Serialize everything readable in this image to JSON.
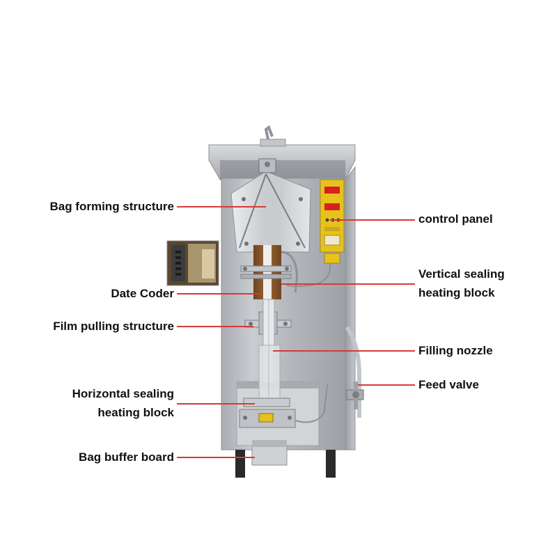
{
  "colors": {
    "leader": "#d43a3a",
    "label_text": "#111111",
    "machine_steel": "#b9bcc0",
    "panel_yellow": "#e7c21c",
    "display_red": "#d82020",
    "wood": "#8a5a2b"
  },
  "callouts": {
    "bag_forming": "Bag forming structure",
    "date_coder": "Date Coder",
    "film_pulling": "Film pulling structure",
    "horizontal_sealing_1": "Horizontal sealing",
    "horizontal_sealing_2": "heating block",
    "bag_buffer": "Bag buffer board",
    "control_panel": "control panel",
    "vertical_sealing_1": "Vertical sealing",
    "vertical_sealing_2": "heating block",
    "filling_nozzle": "Filling nozzle",
    "feed_valve": "Feed valve"
  }
}
